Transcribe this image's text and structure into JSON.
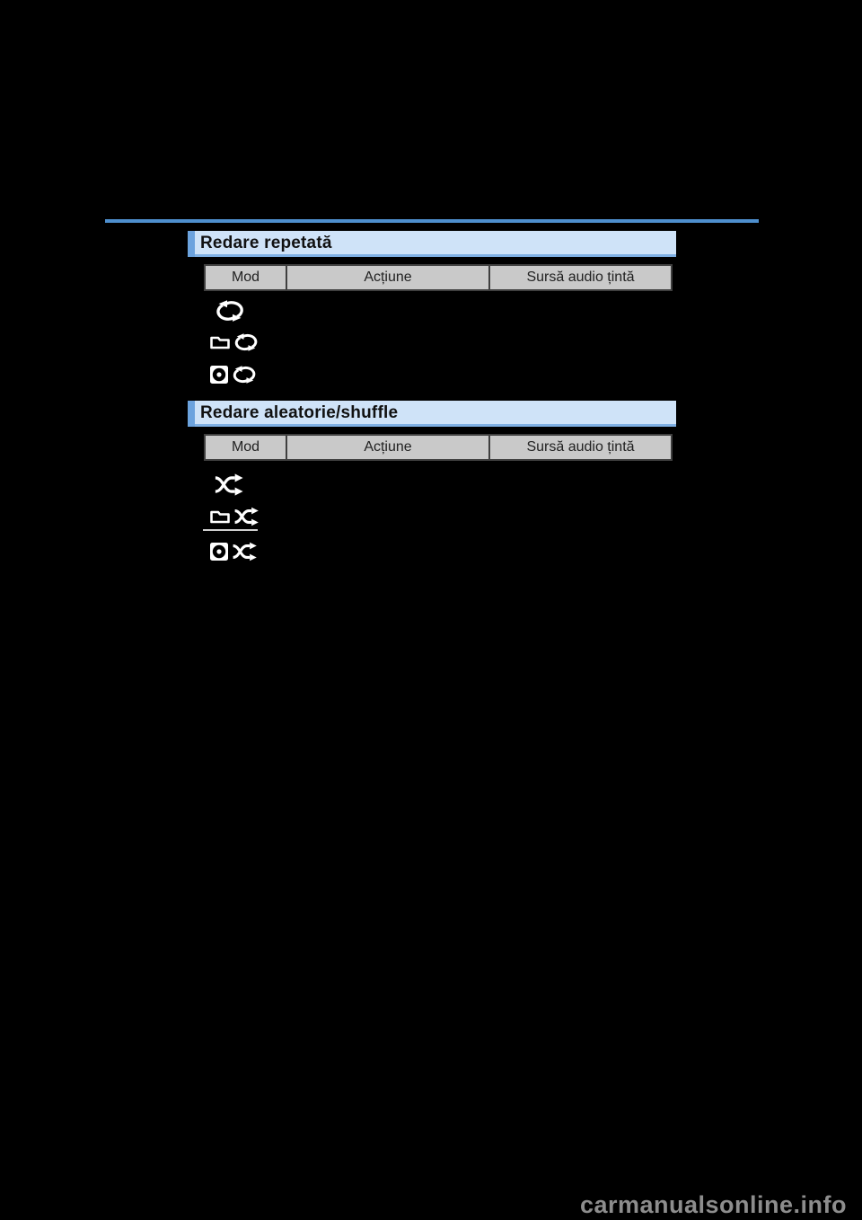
{
  "page": {
    "background": "#000000",
    "watermark": "carmanualsonline.info"
  },
  "colors": {
    "top_rule": "#4e8fce",
    "section_band_bg": "#cfe3f8",
    "section_band_accent": "#6ca3de",
    "section_band_border_bottom": "#7fb0e4",
    "table_header_bg": "#c9c9c9",
    "table_border": "#3f3f3f",
    "icon_color": "#ffffff",
    "watermark_color": "#8d8d8d"
  },
  "icons": {
    "repeat": "repeat-icon",
    "shuffle": "shuffle-icon",
    "folder": "folder-icon",
    "disc": "disc-icon"
  },
  "sections": [
    {
      "title": "Redare repetată",
      "columns": [
        "Mod",
        "Acțiune",
        "Sursă audio țintă"
      ],
      "rows": [
        {
          "mode_icons": [
            "repeat-icon"
          ]
        },
        {
          "mode_icons": [
            "folder-icon",
            "repeat-icon"
          ]
        },
        {
          "mode_icons": [
            "disc-icon",
            "repeat-icon"
          ]
        }
      ]
    },
    {
      "title": "Redare aleatorie/shuffle",
      "columns": [
        "Mod",
        "Acțiune",
        "Sursă audio țintă"
      ],
      "rows": [
        {
          "mode_icons": [
            "shuffle-icon"
          ]
        },
        {
          "mode_icons": [
            "folder-icon",
            "shuffle-icon"
          ],
          "underline": true
        },
        {
          "mode_icons": [
            "disc-icon",
            "shuffle-icon"
          ]
        }
      ]
    }
  ]
}
